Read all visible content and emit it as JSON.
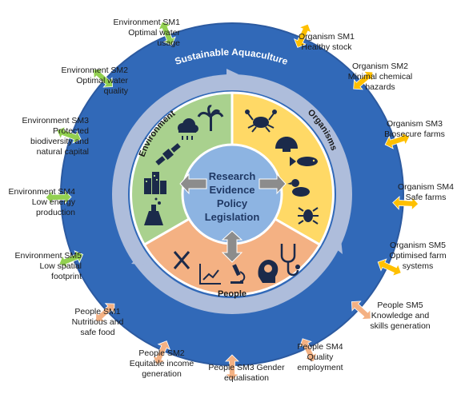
{
  "ring_title": "Sustainable Aquaculture",
  "center": [
    "Research",
    "Evidence",
    "Policy",
    "Legislation"
  ],
  "sectors": {
    "environment": "Environment",
    "organisms": "Organisms",
    "people": "People"
  },
  "colors": {
    "outer_ring": "#3169b8",
    "ring_stroke": "#2c5aa0",
    "inner_band": "#aebddb",
    "environment": "#a9d18e",
    "organisms": "#ffd966",
    "people": "#f4b183",
    "center": "#8db4e2",
    "arrow_environment": "#92d050",
    "arrow_organisms": "#ffc000",
    "arrow_people": "#f4b183",
    "gray_arrow": "#8c8c8c",
    "icon": "#1b2a4a"
  },
  "icons": {
    "environment": [
      "palm-tree-icon",
      "rain-cloud-icon",
      "satellite-icon",
      "city-buildings-icon",
      "flask-icon"
    ],
    "organisms": [
      "crab-icon",
      "shell-icon",
      "fish-icon",
      "duck-icon",
      "bug-icon"
    ],
    "people": [
      "fork-knife-icon",
      "growth-chart-icon",
      "microscope-icon",
      "brain-head-icon",
      "stethoscope-icon"
    ]
  },
  "labels": {
    "env_sm1": [
      "Environment SM1",
      "Optimal water",
      "usage"
    ],
    "env_sm2": [
      "Environment SM2",
      "Optimal water",
      "quality"
    ],
    "env_sm3": [
      "Environment SM3",
      "Protected",
      "biodiversity and",
      "natural capital"
    ],
    "env_sm4": [
      "Environment SM4",
      "Low energy",
      "production"
    ],
    "env_sm5": [
      "Environment SM5",
      "Low spatial",
      "footprint"
    ],
    "org_sm1": [
      "Organism SM1",
      "Healthy stock"
    ],
    "org_sm2": [
      "Organism SM2",
      "Minimal chemical",
      "hazards"
    ],
    "org_sm3": [
      "Organism SM3",
      "Biosecure farms"
    ],
    "org_sm4": [
      "Organism SM4",
      "Safe farms"
    ],
    "org_sm5": [
      "Organism SM5",
      "Optimised farm",
      "systems"
    ],
    "ppl_sm1": [
      "People SM1",
      "Nutritious and",
      "safe food"
    ],
    "ppl_sm2": [
      "People SM2",
      "Equitable income",
      "generation"
    ],
    "ppl_sm3": [
      "People SM3 Gender",
      "equalisation"
    ],
    "ppl_sm4": [
      "People SM4",
      "Quality",
      "employment"
    ],
    "ppl_sm5": [
      "People SM5",
      "Knowledge and",
      "skills generation"
    ]
  }
}
